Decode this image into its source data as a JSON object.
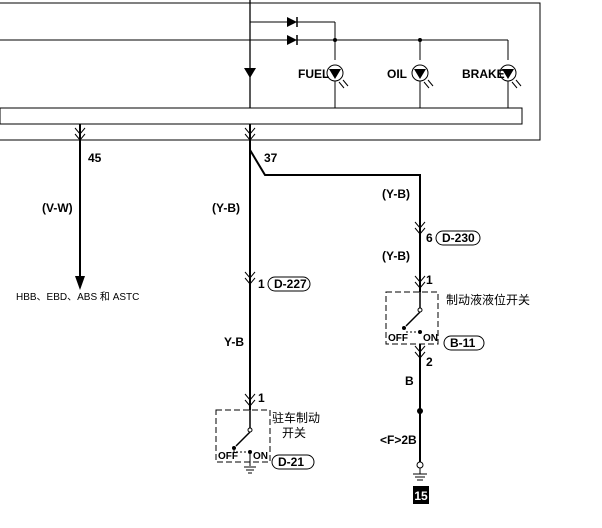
{
  "lamps": {
    "fuel": "FUEL",
    "oil": "OIL",
    "brake": "BRAKE"
  },
  "wires": {
    "pin_45": "45",
    "pin_37": "37",
    "color_vw": "(V-W)",
    "color_yb_left": "(Y-B)",
    "color_yb_upper_right": "(Y-B)",
    "color_yb_lower_right": "(Y-B)",
    "color_yb_plain": "Y-B",
    "color_b": "B",
    "destination": "HBB、EBD、ABS 和 ASTC"
  },
  "connectors": {
    "d227_pin": "1",
    "d227_id": "D-227",
    "d230_pin": "6",
    "d230_id": "D-230",
    "d21_pin": "1",
    "d21_id": "D-21",
    "b11_pin_top": "1",
    "b11_pin_bottom": "2",
    "b11_id": "B-11"
  },
  "switches": {
    "parking_brake_line1": "驻车制动",
    "parking_brake_line2": "开关",
    "fluid_level": "制动液液位开关",
    "off": "OFF",
    "on": "ON"
  },
  "ground": {
    "ground_label": "<F>2B",
    "ground_number": "15"
  }
}
